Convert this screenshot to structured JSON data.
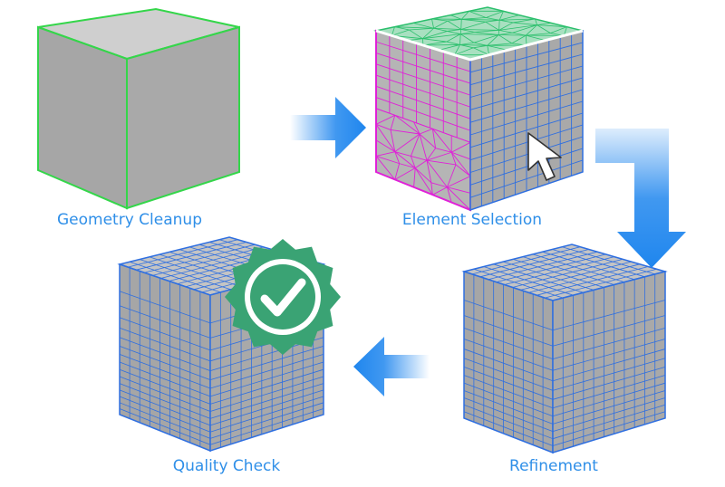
{
  "steps": [
    {
      "id": "geometry-cleanup",
      "label": "Geometry Cleanup"
    },
    {
      "id": "element-selection",
      "label": "Element Selection"
    },
    {
      "id": "refinement",
      "label": "Refinement"
    },
    {
      "id": "quality-check",
      "label": "Quality Check"
    }
  ],
  "colors": {
    "label": "#2f8fe8",
    "face_gray": "#a9a9a9",
    "face_gray_light": "#c9c9c9",
    "mesh_blue": "#2f6fe0",
    "cleanup_green": "#34d64a",
    "selection_magenta": "#e020d8",
    "top_mesh_green": "#2bbf6c",
    "top_fill_green": "#a8e0c0",
    "badge_green": "#3aa374",
    "arrow_blue": "#1f86ee"
  },
  "icons": [
    "right-arrow-icon",
    "down-arrow-icon",
    "left-arrow-icon",
    "cursor-icon",
    "checkmark-badge-icon"
  ]
}
